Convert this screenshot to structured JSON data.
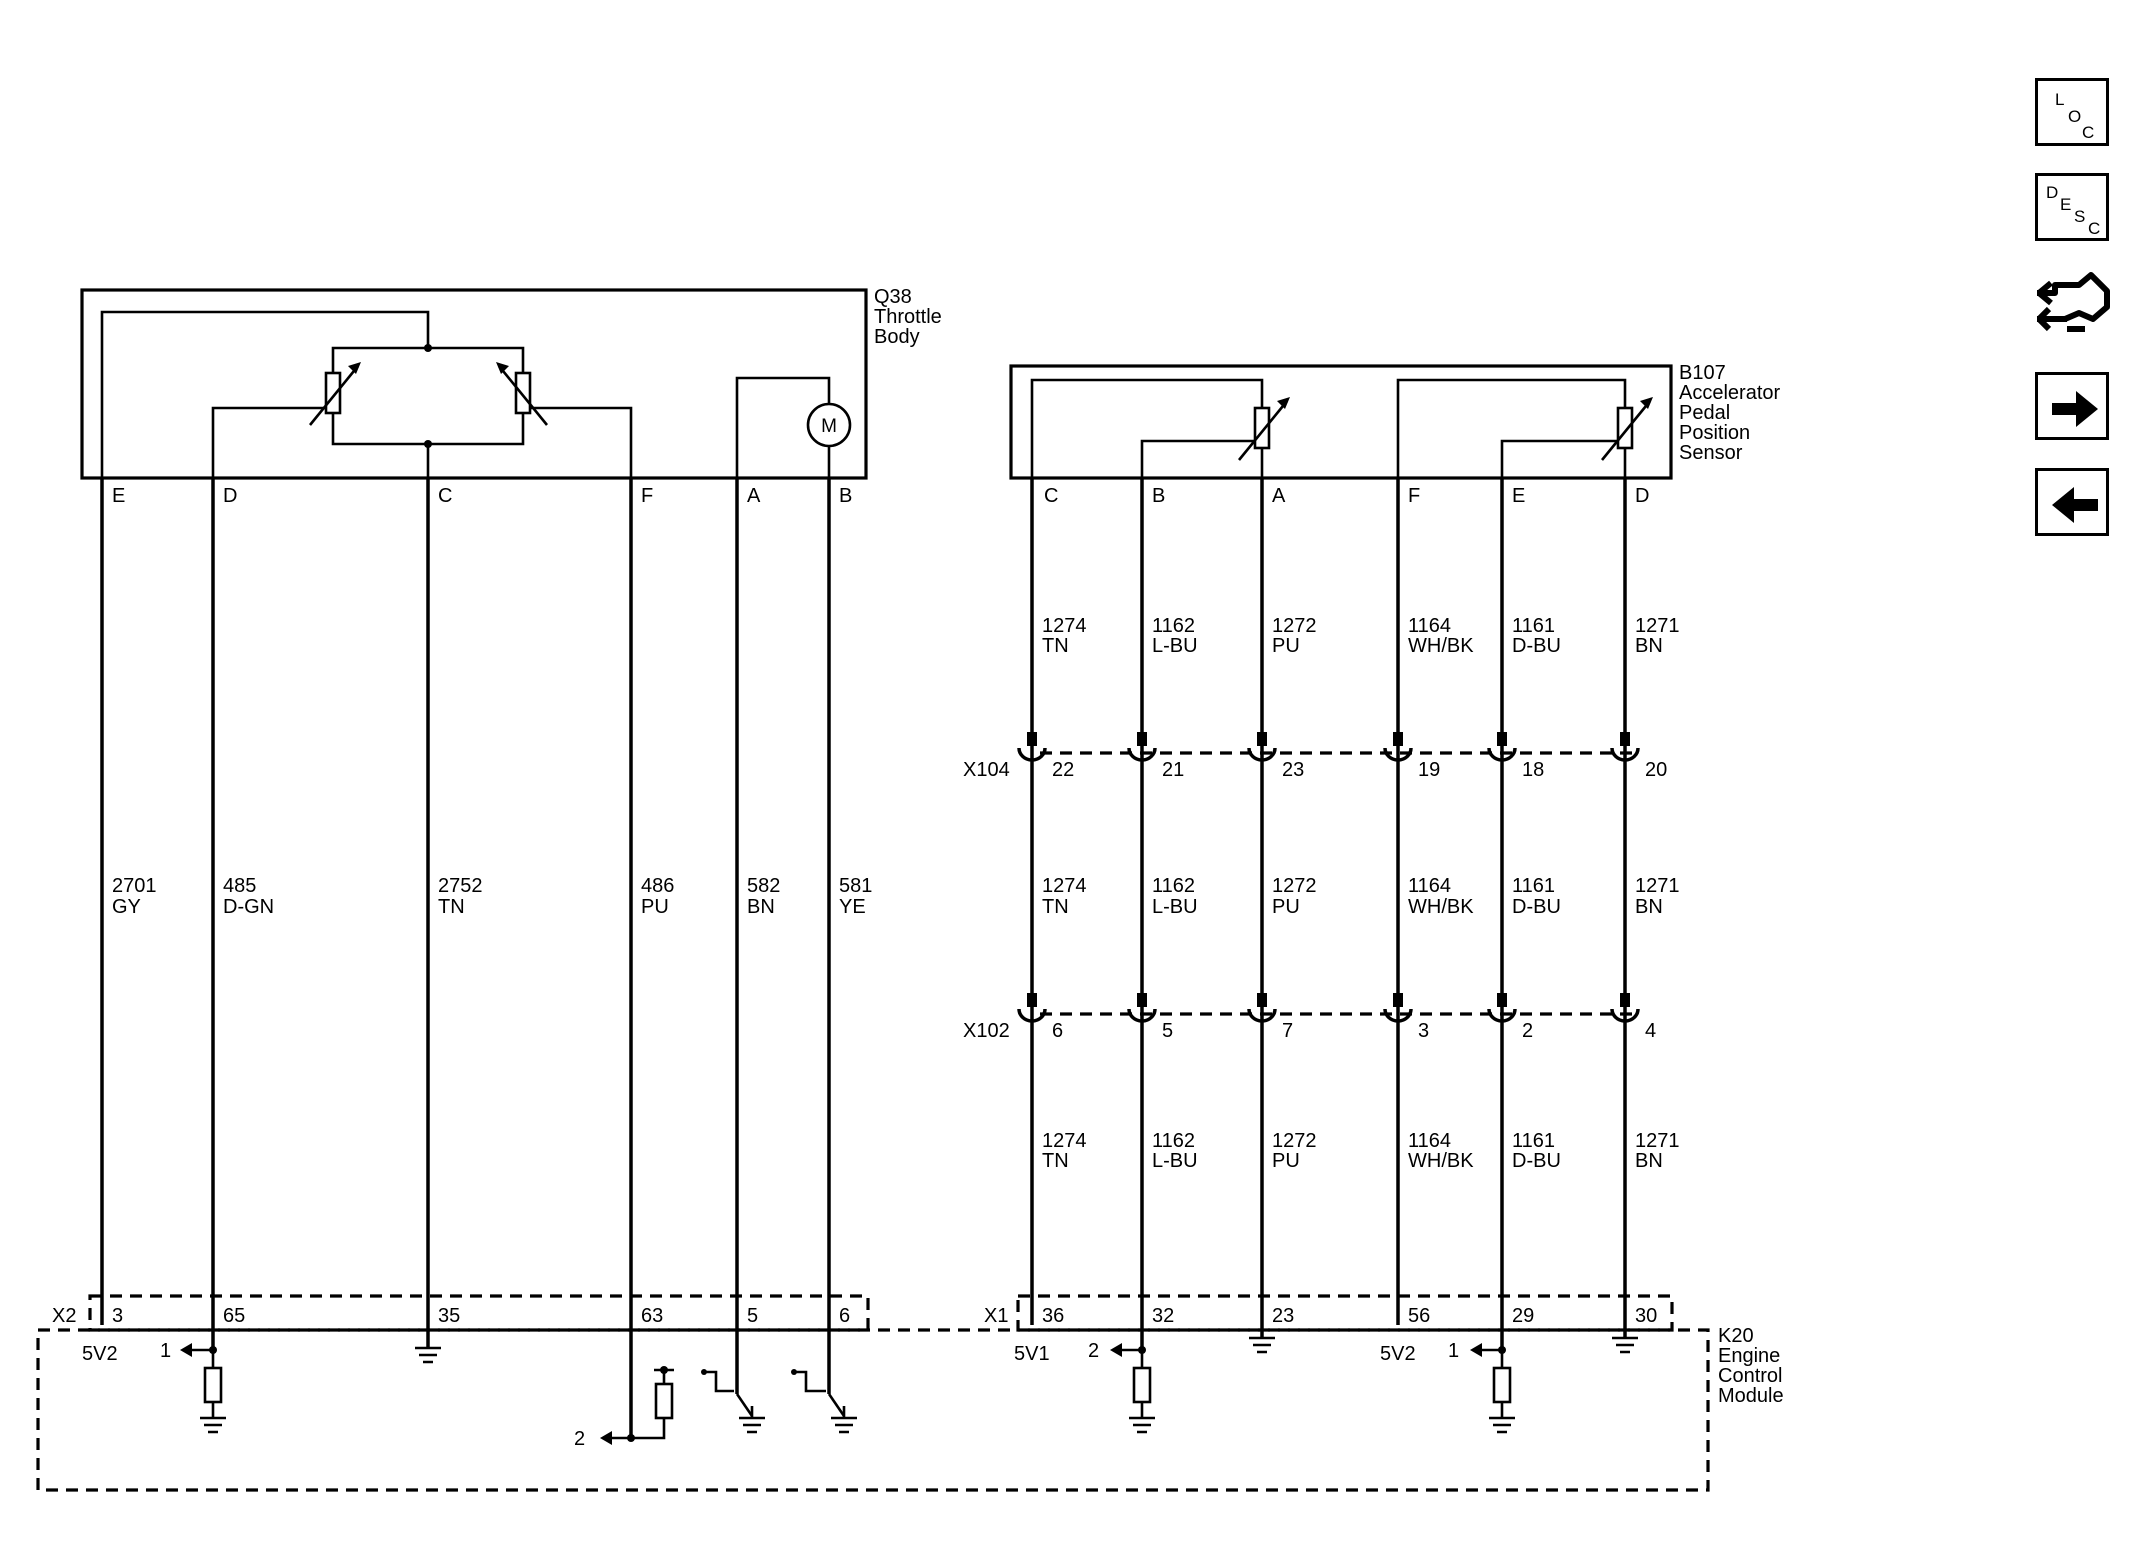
{
  "components": {
    "q38": {
      "id": "Q38",
      "name_lines": [
        "Throttle",
        "Body"
      ]
    },
    "b107": {
      "id": "B107",
      "name_lines": [
        "Accelerator",
        "Pedal",
        "Position",
        "Sensor"
      ]
    },
    "k20": {
      "id": "K20",
      "name_lines": [
        "Engine",
        "Control",
        "Module"
      ]
    },
    "motor_symbol": "M"
  },
  "connectors": {
    "x104": "X104",
    "x102": "X102",
    "x2": "X2",
    "x1": "X1"
  },
  "throttle_circuits": [
    {
      "pin": "E",
      "circuit": "2701",
      "color": "GY",
      "ecm_pin": "3",
      "ecm_label": "5V2"
    },
    {
      "pin": "D",
      "circuit": "485",
      "color": "D-GN",
      "ecm_pin": "65",
      "ecm_label": "1"
    },
    {
      "pin": "C",
      "circuit": "2752",
      "color": "TN",
      "ecm_pin": "35",
      "ecm_label": ""
    },
    {
      "pin": "F",
      "circuit": "486",
      "color": "PU",
      "ecm_pin": "63",
      "ecm_label": "2"
    },
    {
      "pin": "A",
      "circuit": "582",
      "color": "BN",
      "ecm_pin": "5",
      "ecm_label": ""
    },
    {
      "pin": "B",
      "circuit": "581",
      "color": "YE",
      "ecm_pin": "6",
      "ecm_label": ""
    }
  ],
  "pedal_circuits": [
    {
      "pin": "C",
      "circuit": "1274",
      "color": "TN",
      "x104_pin": "22",
      "x102_pin": "6",
      "ecm_pin": "36",
      "ecm_label": "5V1"
    },
    {
      "pin": "B",
      "circuit": "1162",
      "color": "L-BU",
      "x104_pin": "21",
      "x102_pin": "5",
      "ecm_pin": "32",
      "ecm_label": "2"
    },
    {
      "pin": "A",
      "circuit": "1272",
      "color": "PU",
      "x104_pin": "23",
      "x102_pin": "7",
      "ecm_pin": "23",
      "ecm_label": ""
    },
    {
      "pin": "F",
      "circuit": "1164",
      "color": "WH/BK",
      "x104_pin": "19",
      "x102_pin": "3",
      "ecm_pin": "56",
      "ecm_label": "5V2"
    },
    {
      "pin": "E",
      "circuit": "1161",
      "color": "D-BU",
      "x104_pin": "18",
      "x102_pin": "2",
      "ecm_pin": "29",
      "ecm_label": "1"
    },
    {
      "pin": "D",
      "circuit": "1271",
      "color": "BN",
      "x104_pin": "20",
      "x102_pin": "4",
      "ecm_pin": "30",
      "ecm_label": ""
    }
  ],
  "nav": {
    "loc": [
      "L",
      "O",
      "C"
    ],
    "desc": [
      "D",
      "E",
      "S",
      "C"
    ],
    "icons": [
      "connector-icon",
      "next-arrow-icon",
      "back-arrow-icon"
    ]
  }
}
